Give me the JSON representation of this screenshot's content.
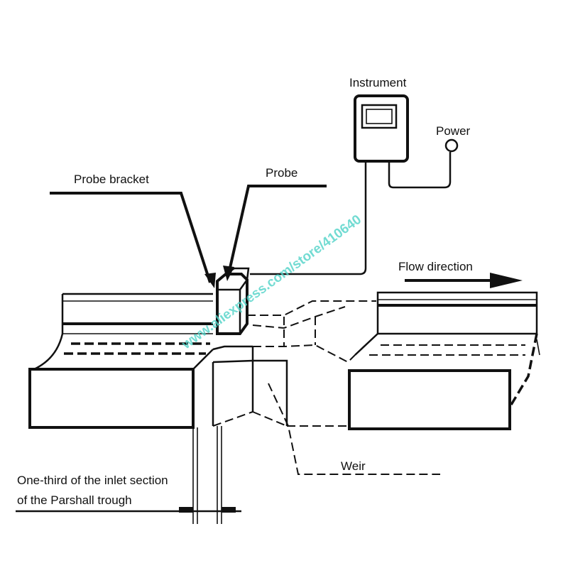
{
  "labels": {
    "instrument": "Instrument",
    "power": "Power",
    "probe_bracket": "Probe bracket",
    "probe": "Probe",
    "flow_direction": "Flow direction",
    "weir": "Weir",
    "inlet_line1": "One-third of the inlet section",
    "inlet_line2": "of the Parshall trough"
  },
  "watermark": "www.aliexpress.com/store/410640",
  "colors": {
    "ink": "#111111",
    "watermark": "#4fd3c8",
    "background": "#ffffff"
  }
}
